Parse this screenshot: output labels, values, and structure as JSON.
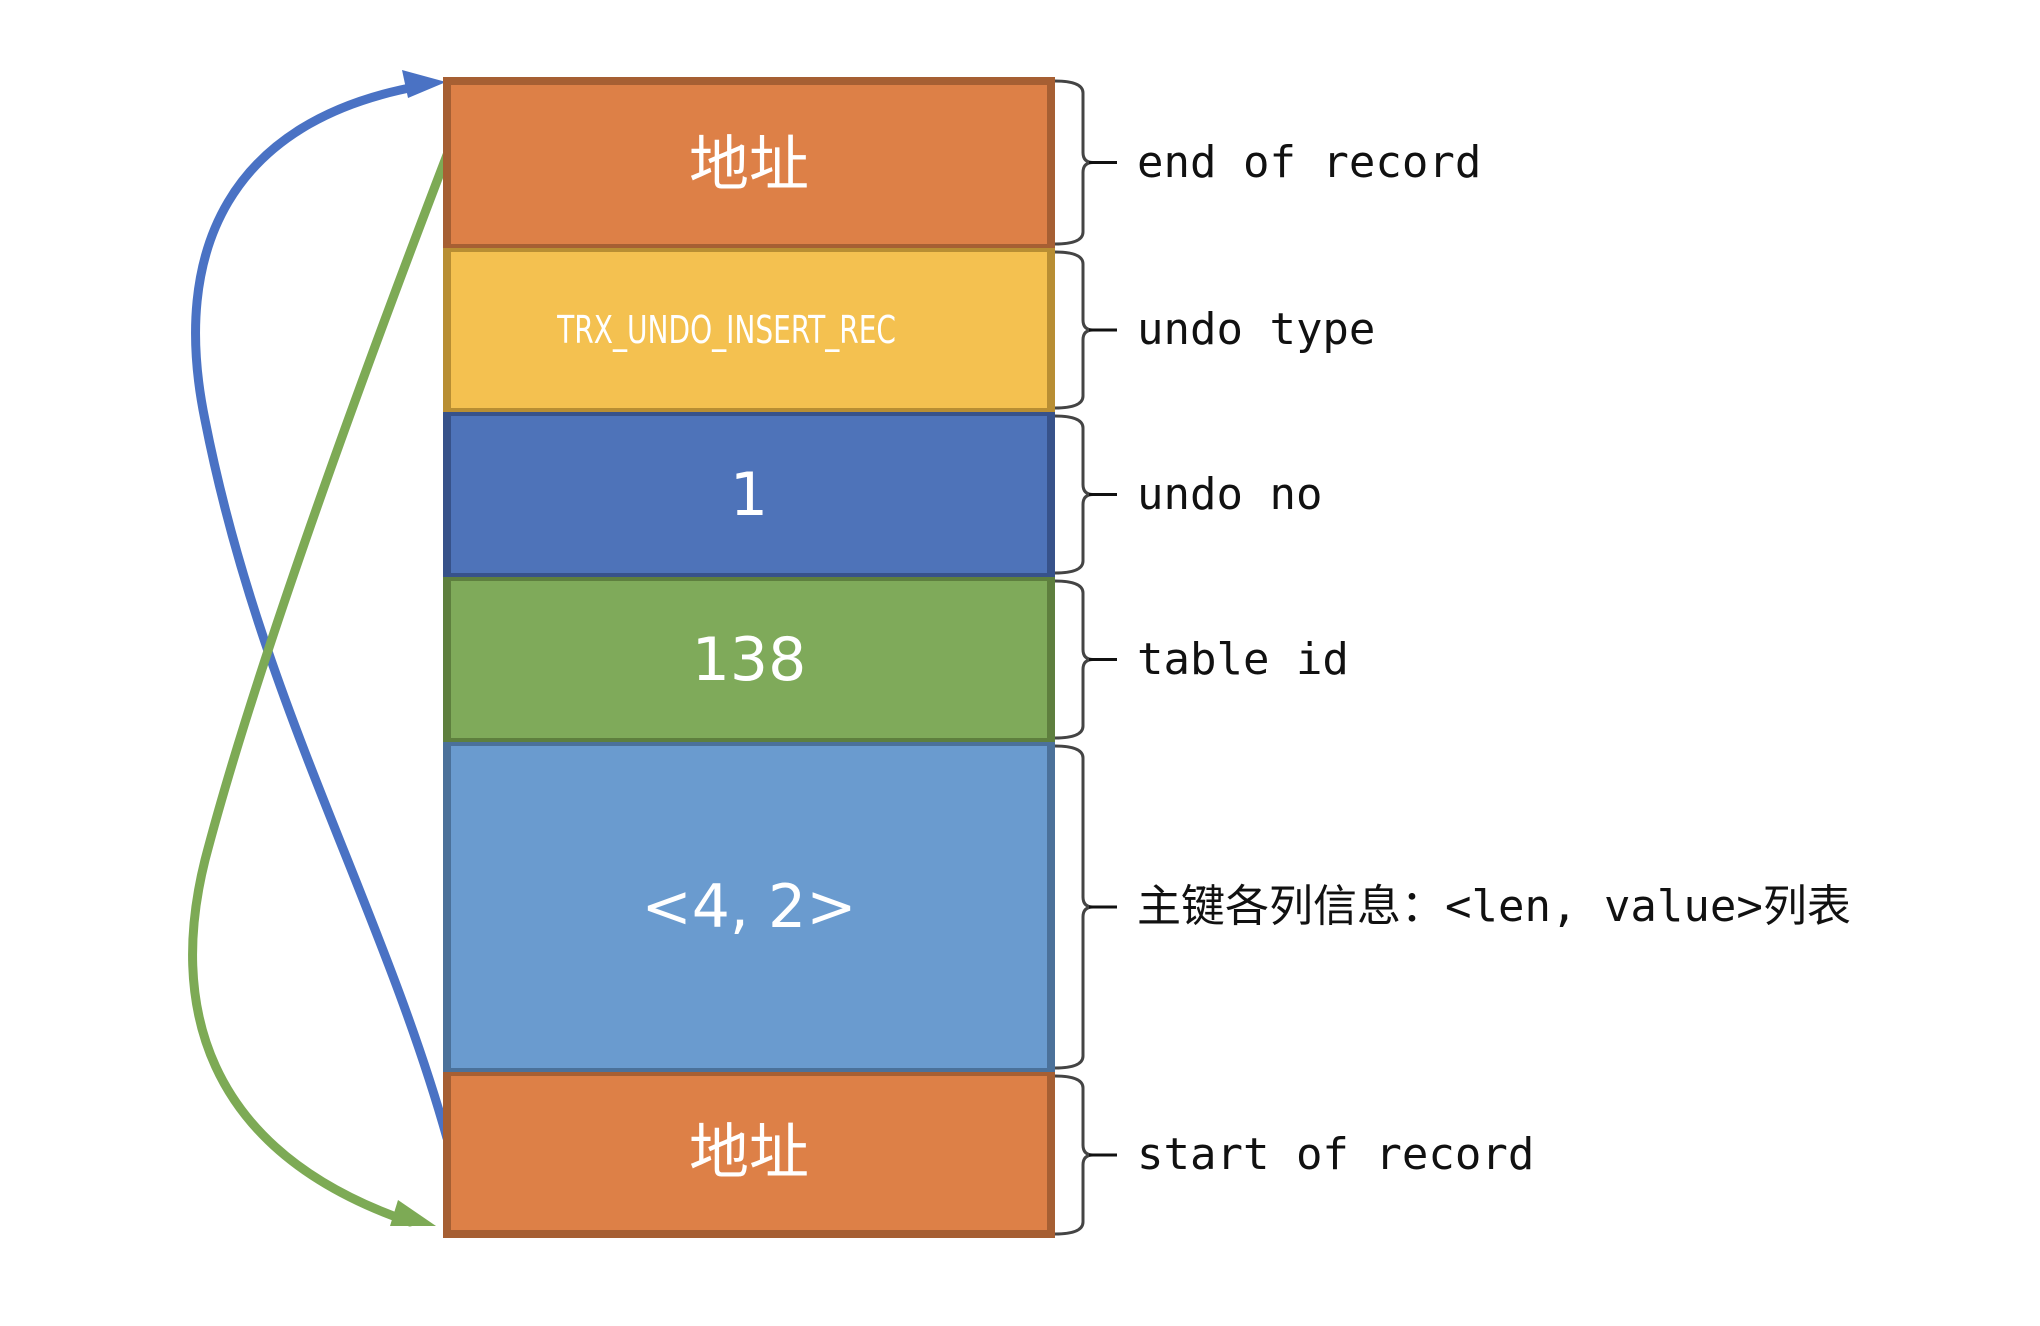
{
  "diagram": {
    "fields": [
      {
        "id": "end-address",
        "text": "地址",
        "fill": "#DD8047",
        "border": "#A65F33",
        "label": "end of record"
      },
      {
        "id": "undo-type",
        "text": "TRX_UNDO_INSERT_REC",
        "fill": "#F4C150",
        "border": "#B88E33",
        "label": "undo type"
      },
      {
        "id": "undo-no",
        "text": "1",
        "fill": "#4E73B9",
        "border": "#37528A",
        "label": "undo no"
      },
      {
        "id": "table-id",
        "text": "138",
        "fill": "#7FAA5A",
        "border": "#5E7F3E",
        "label": "table id"
      },
      {
        "id": "primary-key-columns",
        "text": "<4, 2>",
        "fill": "#6A9BCF",
        "border": "#4B719A",
        "label": "主键各列信息：<len, value>列表"
      },
      {
        "id": "start-address",
        "text": "地址",
        "fill": "#DD8047",
        "border": "#A65F33",
        "label": "start of record"
      }
    ],
    "arrows": [
      {
        "name": "start-to-end-arrow",
        "color": "#4A72C4",
        "from": "start-address",
        "to": "end-address"
      },
      {
        "name": "end-to-start-arrow",
        "color": "#7DAA55",
        "from": "end-address",
        "to": "start-address"
      }
    ],
    "brace_color": "#444444"
  }
}
